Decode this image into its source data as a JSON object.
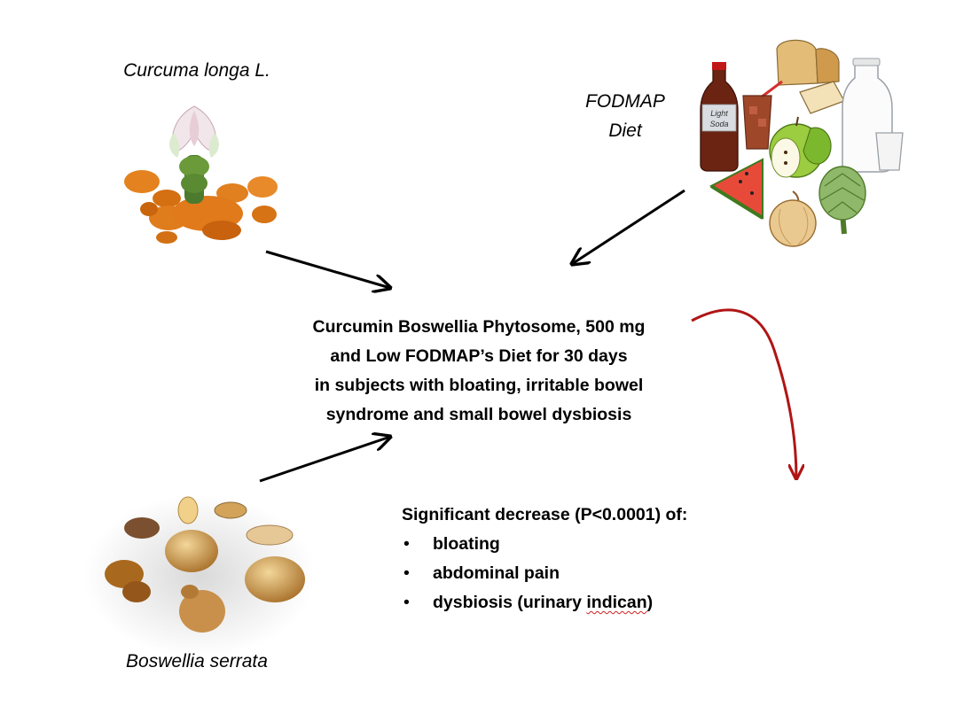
{
  "labels": {
    "curcuma": "Curcuma longa L.",
    "fodmap_line1": "FODMAP",
    "fodmap_line2": "Diet",
    "boswellia": "Boswellia serrata"
  },
  "center": {
    "lines": [
      "Curcumin Boswellia Phytosome, 500 mg",
      "and Low FODMAP’s Diet for 30 days",
      "in subjects with bloating, irritable bowel",
      "syndrome and small bowel dysbiosis"
    ]
  },
  "results": {
    "heading": "Significant decrease (P<0.0001) of:",
    "item1": "bloating",
    "item2": "abdominal pain",
    "item3_prefix": "dysbiosis (urinary ",
    "item3_word": "indican",
    "item3_suffix": ")"
  },
  "illustrations": {
    "soda_label_1": "Light",
    "soda_label_2": "Soda"
  },
  "colors": {
    "arrow_black": "#000000",
    "arrow_red": "#b01515",
    "turmeric_orange": "#e07a1a",
    "resin_amber": "#c8904a"
  }
}
